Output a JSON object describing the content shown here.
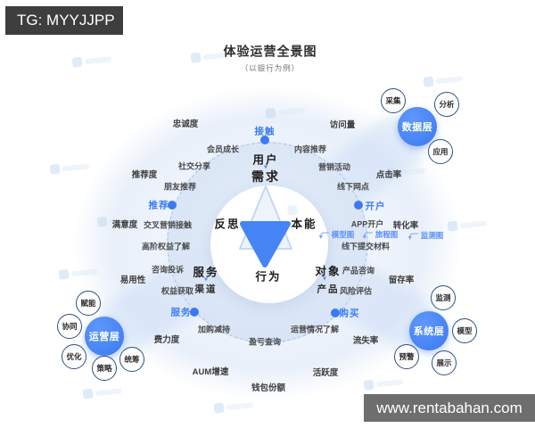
{
  "overlays": {
    "tg_label": "TG: MYYJJPP",
    "site_label": "www.rentabahan.com"
  },
  "header": {
    "title": "体验运营全景图",
    "subtitle": "（以银行为例）"
  },
  "center": {
    "user": "用户",
    "demand": "需求",
    "reflection": "反思",
    "instinct": "本能",
    "behavior": "行为",
    "service_dim": "服务",
    "channel": "渠道",
    "object_dim": "对象",
    "product": "产品"
  },
  "touchpoints": {
    "contact": "接触",
    "recommend": "推荐",
    "open_account": "开户",
    "service": "服务",
    "purchase": "购买"
  },
  "journey_steps": {
    "member_growth": "会员成长",
    "social_share": "社交分享",
    "friend_referral": "朋友推荐",
    "cross_marketing": "交叉营销接触",
    "premium_benefits": "高阶权益了解",
    "consult_complaint": "咨询投诉",
    "benefit_claim": "权益获取",
    "add_reduce": "加购减持",
    "pnl_inquiry": "盈亏查询",
    "ops_understanding": "运营情况了解",
    "risk_eval": "风险评估",
    "product_consult": "产品咨询",
    "offline_materials": "线下提交材料",
    "app_account": "APP开户",
    "offline_branch": "线下网点",
    "marketing_campaign": "营销活动",
    "content_recommend": "内容推荐"
  },
  "metrics": {
    "loyalty": "忠诚度",
    "visits": "访问量",
    "referral": "推荐度",
    "satisfaction": "满意度",
    "usability": "易用性",
    "effort": "费力度",
    "aum_growth": "AUM增速",
    "wallet_share": "钱包份额",
    "activity": "活跃度",
    "churn": "流失率",
    "retention": "留存率",
    "conversion": "转化率",
    "ctr": "点击率"
  },
  "diagram_tags": {
    "model_map": "模型图",
    "journey_map": "旅程图",
    "monitor_map": "监测图"
  },
  "layers": {
    "data": {
      "name": "数据层",
      "satellites": {
        "collect": "采集",
        "analyze": "分析",
        "apply": "应用"
      }
    },
    "ops": {
      "name": "运营层",
      "satellites": {
        "enable": "赋能",
        "synergy": "协同",
        "optimize": "优化",
        "strategy": "策略",
        "coordinate": "统筹"
      }
    },
    "system": {
      "name": "系统层",
      "satellites": {
        "monitor": "监测",
        "model": "模型",
        "alert": "预警",
        "display": "展示"
      }
    }
  },
  "colors": {
    "accent_blue": "#3d7ef5",
    "layer_circle_blue": "#3b79f2",
    "disc_blue": "#d8e3f5",
    "triangle_blue": "#4584f5",
    "tg_bg": "#3e3e3e",
    "site_bg": "#6e6e6e"
  }
}
